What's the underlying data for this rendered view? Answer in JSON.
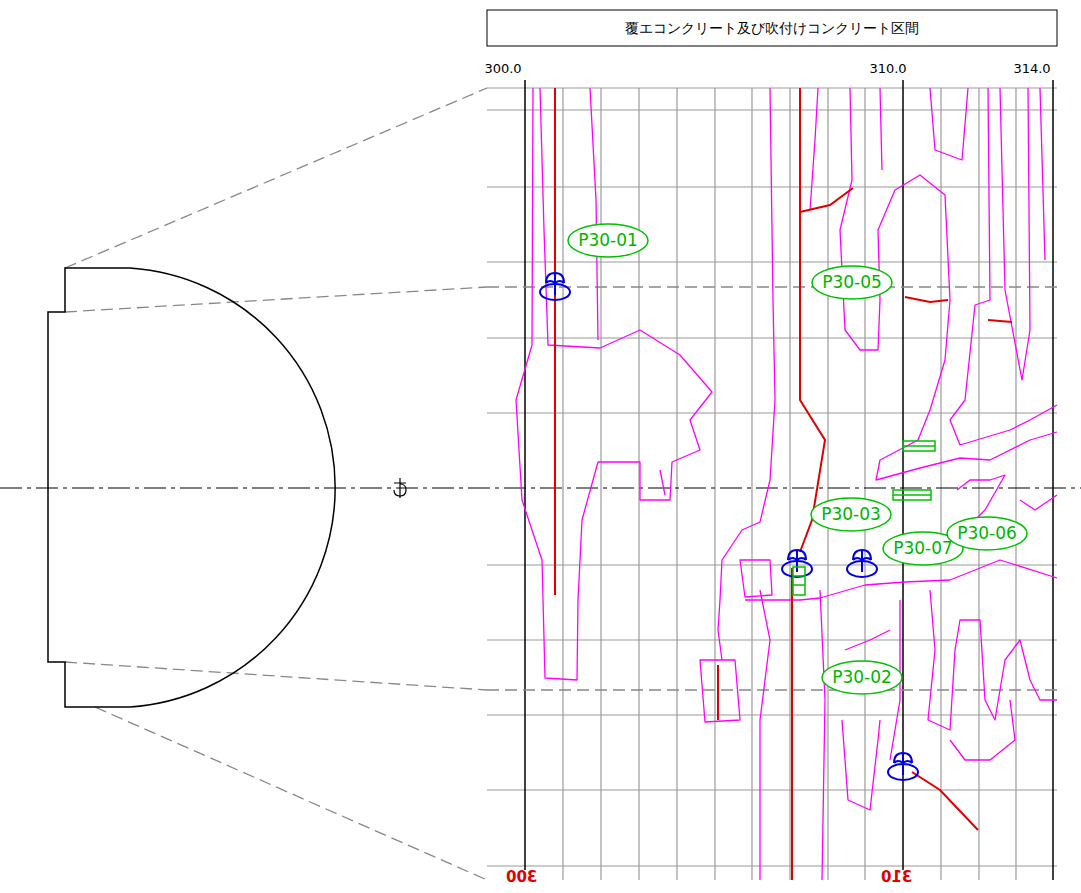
{
  "diagram": {
    "title": "覆エコンクリート及び吹付けコンクリート区間",
    "nodes": [
      {
        "text": [
          "P30-01"
        ]
      },
      {
        "text": [
          "P30-05"
        ]
      },
      {
        "text": [
          "P30-03"
        ]
      },
      {
        "text": [
          "P30-07"
        ]
      },
      {
        "text": [
          "P30-06"
        ]
      },
      {
        "text": [
          "P30-02"
        ]
      }
    ],
    "labels": [
      "300.0",
      "310.0",
      "314.0",
      "300",
      "310"
    ]
  }
}
